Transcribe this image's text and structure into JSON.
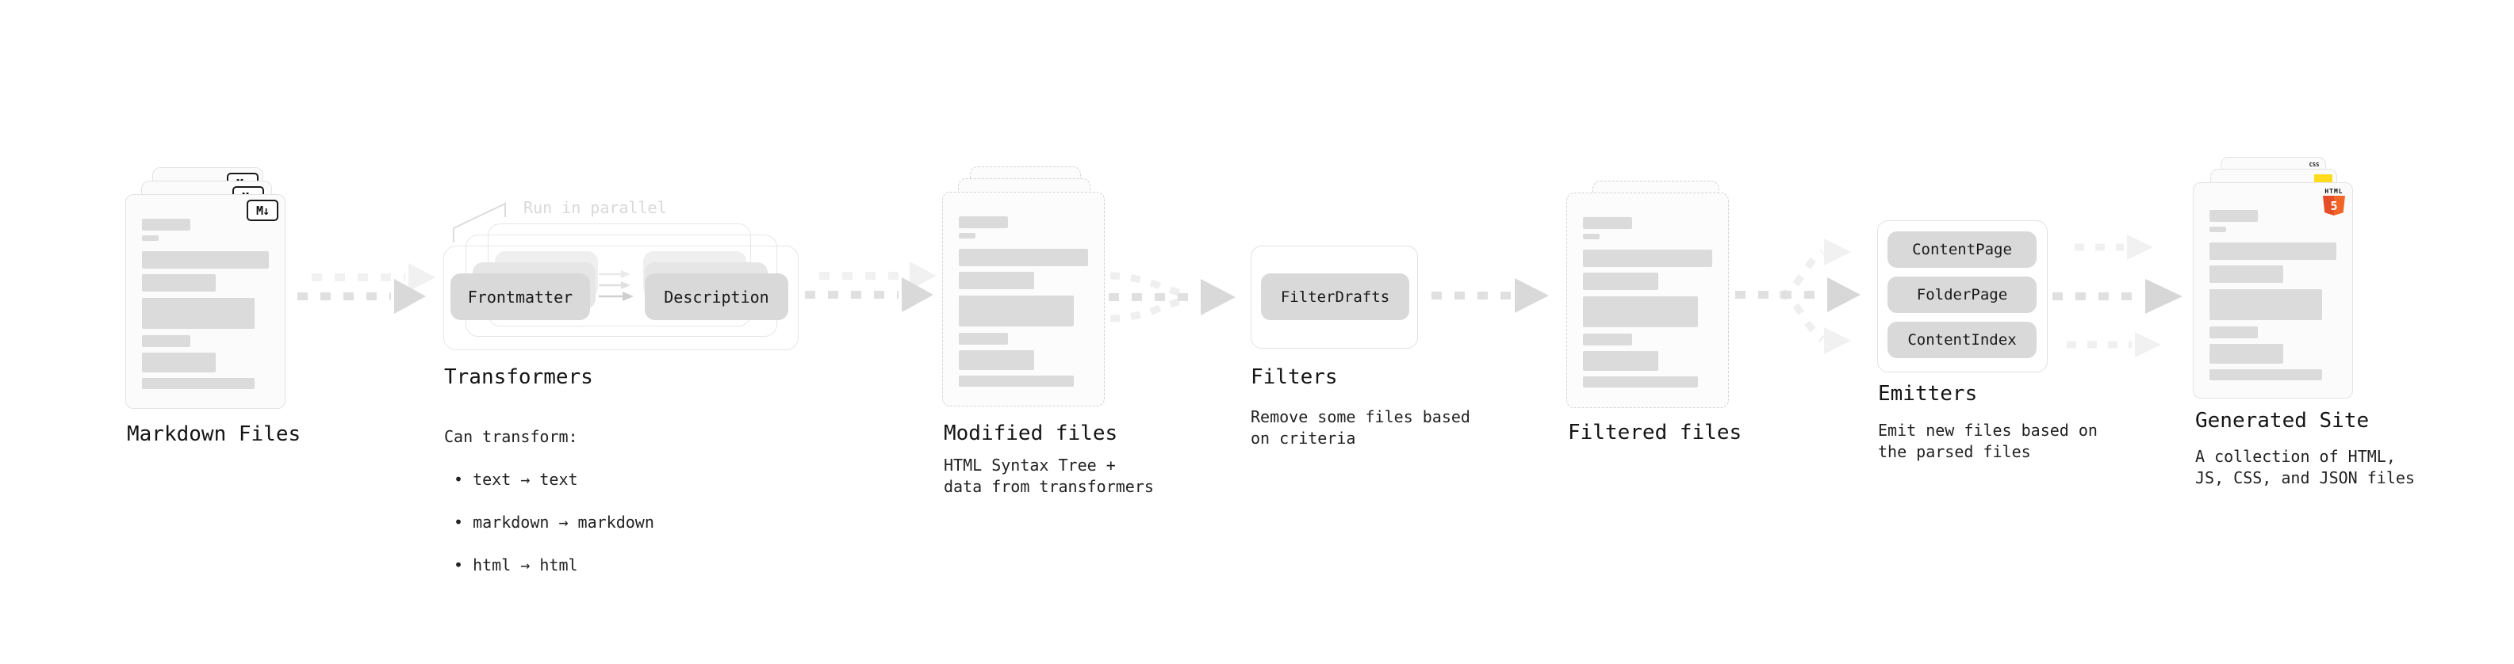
{
  "stages": {
    "markdown_files": {
      "title": "Markdown Files",
      "icon": "M↓"
    },
    "transformers": {
      "title": "Transformers",
      "annotation": "Run in parallel",
      "pill_left": "Frontmatter",
      "pill_right": "Description",
      "desc_heading": "Can transform:",
      "bullets": [
        "• text → text",
        "• markdown → markdown",
        "• html → html"
      ]
    },
    "modified_files": {
      "title": "Modified files",
      "description": "HTML Syntax Tree +\ndata from transformers"
    },
    "filters": {
      "title": "Filters",
      "pill": "FilterDrafts",
      "description": "Remove some files based\non criteria"
    },
    "filtered_files": {
      "title": "Filtered files"
    },
    "emitters": {
      "title": "Emitters",
      "pills": [
        "ContentPage",
        "FolderPage",
        "ContentIndex"
      ],
      "description": "Emit new files based on\nthe parsed files"
    },
    "generated_site": {
      "title": "Generated Site",
      "description": "A collection of HTML,\nJS, CSS, and JSON files",
      "badges": {
        "html5_top": "HTML",
        "html5_number": "5",
        "css": "CSS"
      }
    }
  },
  "colors": {
    "html5_orange_dark": "#e44d26",
    "html5_orange_light": "#f16529",
    "css_blue": "#2862e9",
    "js_yellow": "#ffdb1e",
    "arrow_main": "#e0e0e0",
    "arrow_ghost": "#f0f0f0"
  },
  "skeleton": {
    "rows": [
      {
        "w": 38,
        "h": 15,
        "mb": 6
      },
      {
        "w": 13,
        "h": 7,
        "mb": 13
      },
      {
        "w": 100,
        "h": 22,
        "mb": 7
      },
      {
        "w": 58,
        "h": 22,
        "mb": 8
      },
      {
        "w": 89,
        "h": 39,
        "mb": 8
      },
      {
        "w": 38,
        "h": 15,
        "mb": 7
      },
      {
        "w": 58,
        "h": 25,
        "mb": 7
      },
      {
        "w": 89,
        "h": 14,
        "mb": 0
      }
    ]
  }
}
